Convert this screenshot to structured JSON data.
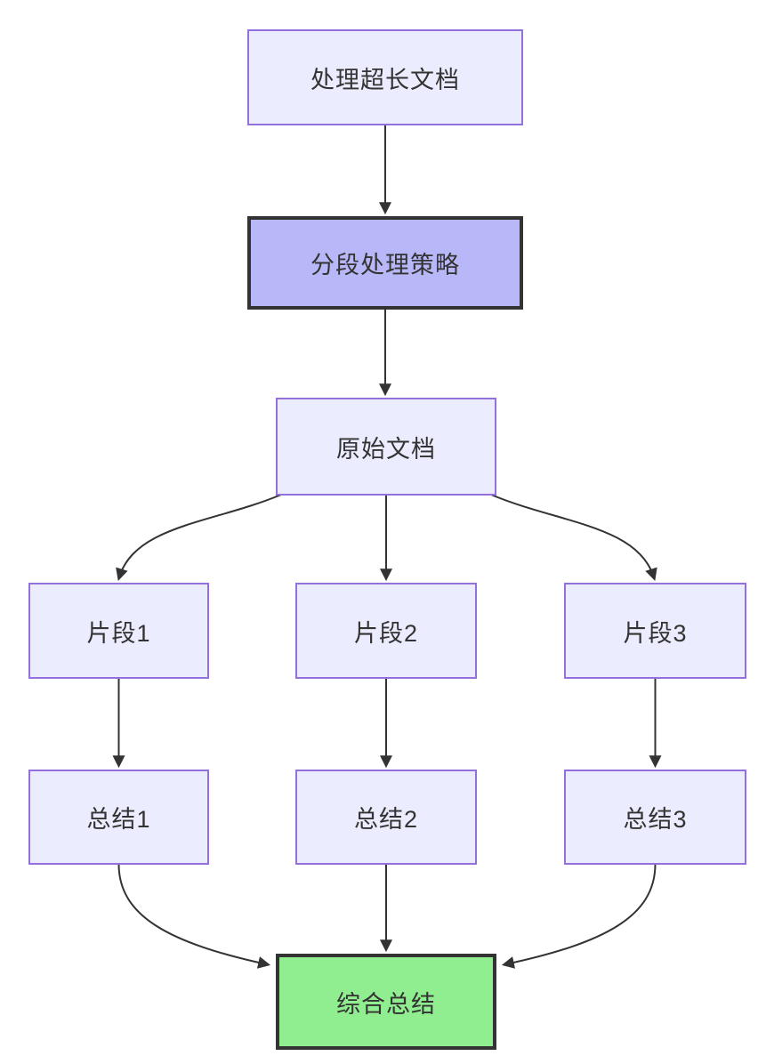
{
  "diagram": {
    "type": "flowchart",
    "direction": "top-down",
    "colors": {
      "background": "#ffffff",
      "node_fill": "#ECECFF",
      "node_border": "#9370DB",
      "emphasis_fill": "#b8b8f8",
      "emphasis_border": "#333333",
      "success_fill": "#90EE90",
      "success_border": "#333333",
      "edge": "#333333",
      "text": "#333333"
    },
    "nodes": [
      {
        "id": "doc",
        "label": "处理超长文档",
        "type": "default"
      },
      {
        "id": "strategy",
        "label": "分段处理策略",
        "type": "emphasis"
      },
      {
        "id": "original",
        "label": "原始文档",
        "type": "default"
      },
      {
        "id": "seg1",
        "label": "片段1",
        "type": "default"
      },
      {
        "id": "seg2",
        "label": "片段2",
        "type": "default"
      },
      {
        "id": "seg3",
        "label": "片段3",
        "type": "default"
      },
      {
        "id": "sum1",
        "label": "总结1",
        "type": "default"
      },
      {
        "id": "sum2",
        "label": "总结2",
        "type": "default"
      },
      {
        "id": "sum3",
        "label": "总结3",
        "type": "default"
      },
      {
        "id": "final",
        "label": "综合总结",
        "type": "success"
      }
    ],
    "edges": [
      {
        "from": "处理超长文档",
        "to": "分段处理策略"
      },
      {
        "from": "分段处理策略",
        "to": "原始文档"
      },
      {
        "from": "原始文档",
        "to": "片段1"
      },
      {
        "from": "原始文档",
        "to": "片段2"
      },
      {
        "from": "原始文档",
        "to": "片段3"
      },
      {
        "from": "片段1",
        "to": "总结1"
      },
      {
        "from": "片段2",
        "to": "总结2"
      },
      {
        "from": "片段3",
        "to": "总结3"
      },
      {
        "from": "总结1",
        "to": "综合总结"
      },
      {
        "from": "总结2",
        "to": "综合总结"
      },
      {
        "from": "总结3",
        "to": "综合总结"
      }
    ]
  }
}
